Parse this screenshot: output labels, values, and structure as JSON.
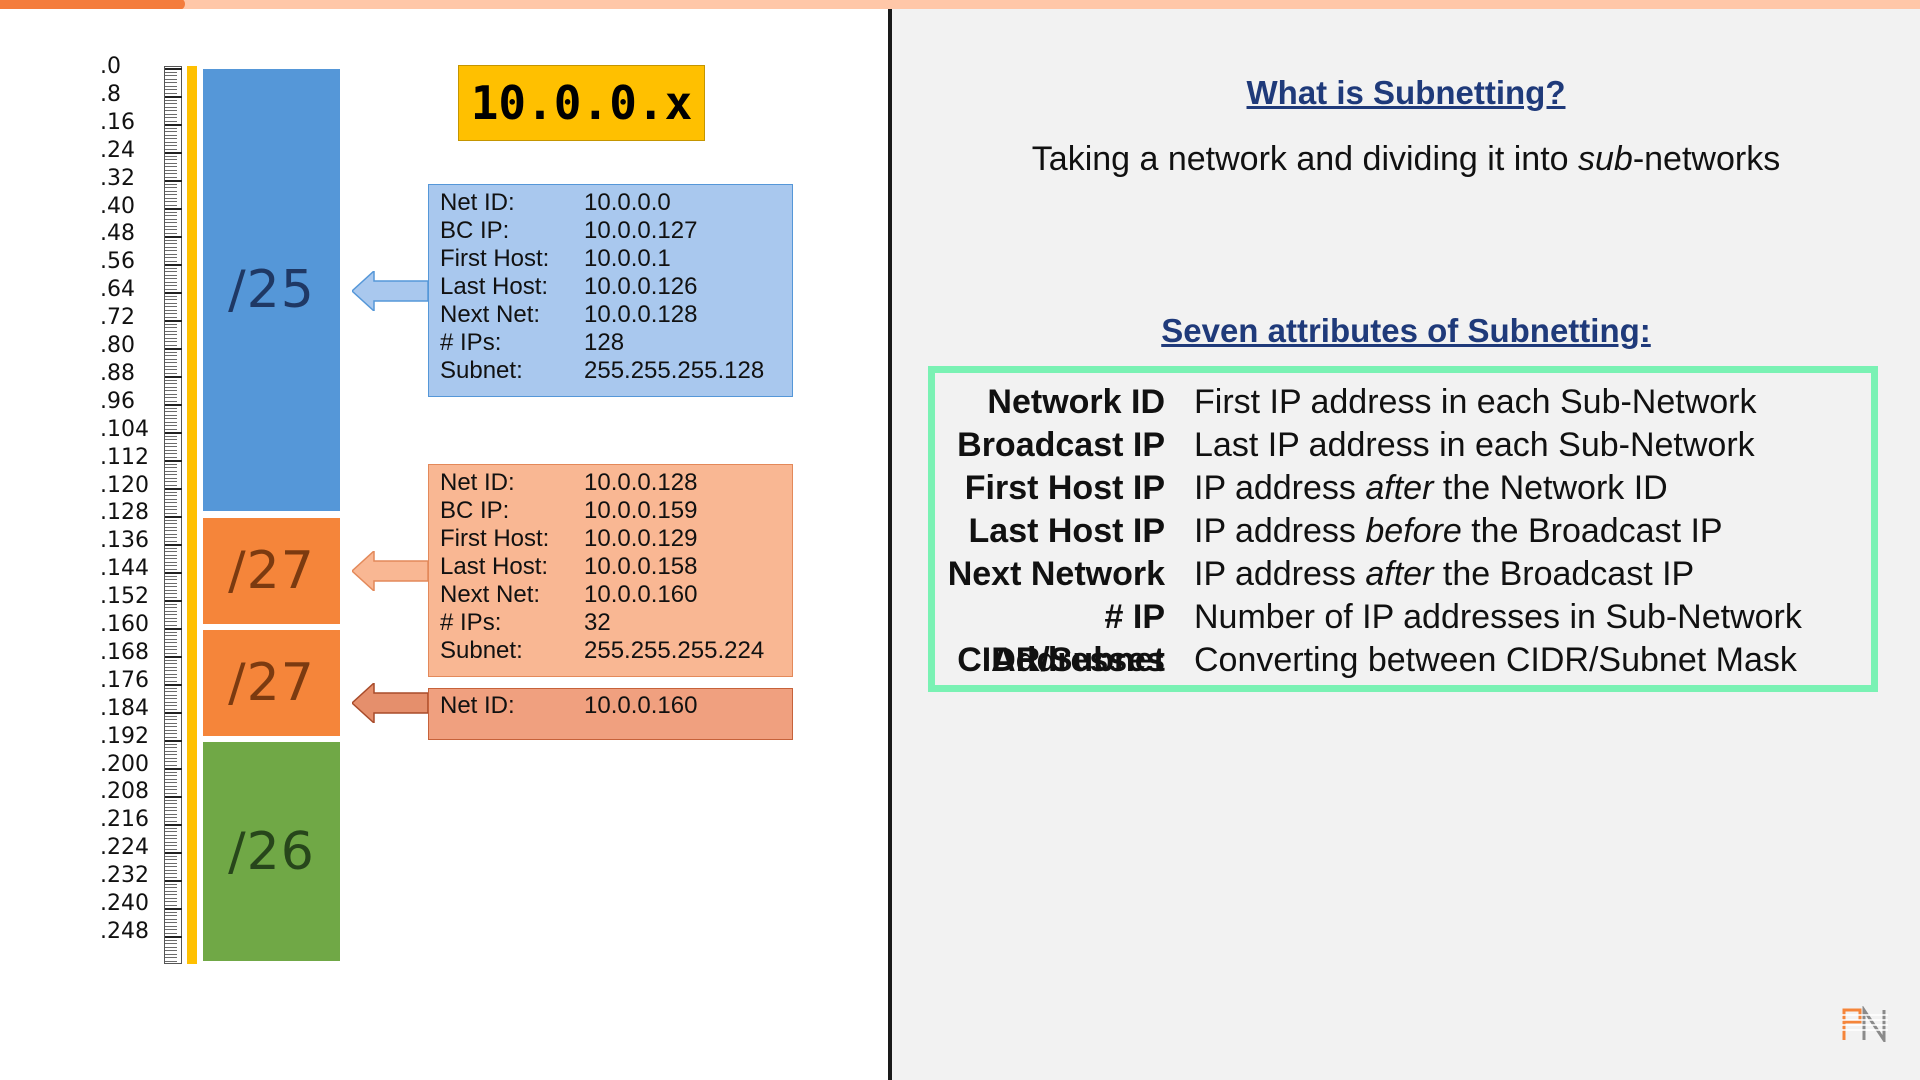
{
  "progress": {
    "fraction": 0.093
  },
  "diagram": {
    "network_label": "10.0.0.x",
    "ruler_labels": [
      ".0",
      ".8",
      ".16",
      ".24",
      ".32",
      ".40",
      ".48",
      ".56",
      ".64",
      ".72",
      ".80",
      ".88",
      ".96",
      ".104",
      ".112",
      ".120",
      ".128",
      ".136",
      ".144",
      ".152",
      ".160",
      ".168",
      ".176",
      ".184",
      ".192",
      ".200",
      ".208",
      ".216",
      ".224",
      ".232",
      ".240",
      ".248"
    ],
    "blocks": {
      "b25": "/25",
      "b27a": "/27",
      "b27b": "/27",
      "b26": "/26"
    },
    "block_colors": {
      "b25": "#5597d8",
      "b27": "#f5853a",
      "b26": "#70a846",
      "ruler_bar": "#ffc000"
    },
    "blue_box": {
      "rows": [
        {
          "k": "Net ID:",
          "v": "10.0.0.0"
        },
        {
          "k": "BC IP:",
          "v": "10.0.0.127"
        },
        {
          "k": "First Host:",
          "v": "10.0.0.1"
        },
        {
          "k": "Last Host:",
          "v": "10.0.0.126"
        },
        {
          "k": "Next Net:",
          "v": "10.0.0.128"
        },
        {
          "k": "# IPs:",
          "v": "128"
        },
        {
          "k": "Subnet:",
          "v": "255.255.255.128"
        }
      ]
    },
    "orange_box": {
      "rows": [
        {
          "k": "Net ID:",
          "v": "10.0.0.128"
        },
        {
          "k": "BC IP:",
          "v": "10.0.0.159"
        },
        {
          "k": "First Host:",
          "v": "10.0.0.129"
        },
        {
          "k": "Last Host:",
          "v": "10.0.0.158"
        },
        {
          "k": "Next Net:",
          "v": "10.0.0.160"
        },
        {
          "k": "# IPs:",
          "v": "32"
        },
        {
          "k": "Subnet:",
          "v": "255.255.255.224"
        }
      ]
    },
    "small_box": {
      "k": "Net ID:",
      "v": "10.0.0.160"
    }
  },
  "right": {
    "heading1": "What is Subnetting?",
    "subtitle_before": "Taking a network and dividing it into ",
    "subtitle_italic": "sub",
    "subtitle_after": "-networks",
    "heading2": "Seven attributes of Subnetting:",
    "attributes": [
      {
        "name": "Network ID",
        "pre": "First IP address in each Sub-Network",
        "em": "",
        "post": ""
      },
      {
        "name": "Broadcast IP",
        "pre": "Last IP address in each Sub-Network",
        "em": "",
        "post": ""
      },
      {
        "name": "First Host IP",
        "pre": "IP address ",
        "em": "after",
        "post": " the Network ID"
      },
      {
        "name": "Last Host IP",
        "pre": "IP address ",
        "em": "before",
        "post": " the Broadcast IP"
      },
      {
        "name": "Next Network",
        "pre": "IP address ",
        "em": "after",
        "post": " the Broadcast IP"
      },
      {
        "name": "# IP Addresses",
        "pre": "Number of IP addresses in Sub-Network",
        "em": "",
        "post": ""
      },
      {
        "name": "CIDR/Subnet",
        "pre": "Converting between CIDR/Subnet Mask",
        "em": "",
        "post": ""
      }
    ],
    "accent_border": "#7af2b4"
  }
}
